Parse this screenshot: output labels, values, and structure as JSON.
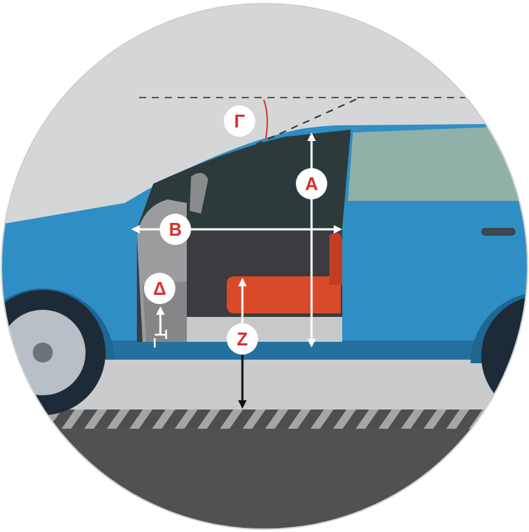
{
  "diagram": {
    "labels": [
      "Γ",
      "A",
      "B",
      "Δ",
      "Z"
    ]
  }
}
